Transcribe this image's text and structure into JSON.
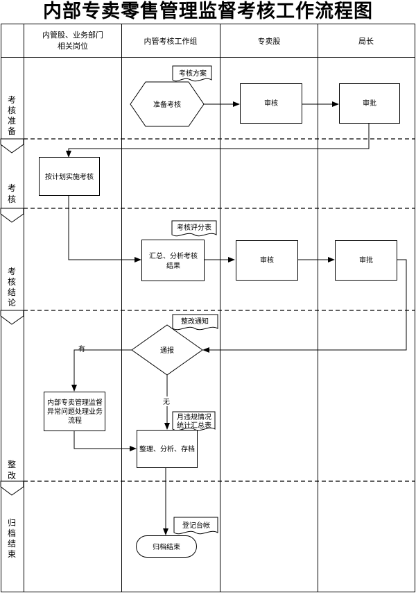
{
  "title": "内部专卖零售管理监督考核工作流程图",
  "lanes": {
    "lane1": [
      "内管股、业务部门",
      "相关岗位"
    ],
    "lane2": "内管考核工作组",
    "lane3": "专卖股",
    "lane4": "局长"
  },
  "phases": {
    "prep": [
      "考",
      "核",
      "准",
      "备"
    ],
    "exec": [
      "考",
      "核"
    ],
    "result": [
      "考",
      "核",
      "结",
      "论"
    ],
    "fix": [
      "整",
      "改"
    ],
    "archive": [
      "归",
      "档",
      "结",
      "束"
    ]
  },
  "nodes": {
    "prepare": "准备考核",
    "plan_doc": "考核方案",
    "review1": "审核",
    "approve1": "审批",
    "implement": "按计划实施考核",
    "score_doc": "考核评分表",
    "summarize": [
      "汇总、分析考核",
      "结果"
    ],
    "review2": "审核",
    "approve2": "审批",
    "notice_doc": "整改通知",
    "report": "通报",
    "yes": "有",
    "no": "无",
    "subprocess": [
      "内部专卖管理监督",
      "异常问题处理业务",
      "流程"
    ],
    "monthly_doc": [
      "月违规情况",
      "统计汇总表"
    ],
    "organize": "整理、分析、存档",
    "ledger_doc": "登记台帐",
    "end": "归档结束"
  }
}
